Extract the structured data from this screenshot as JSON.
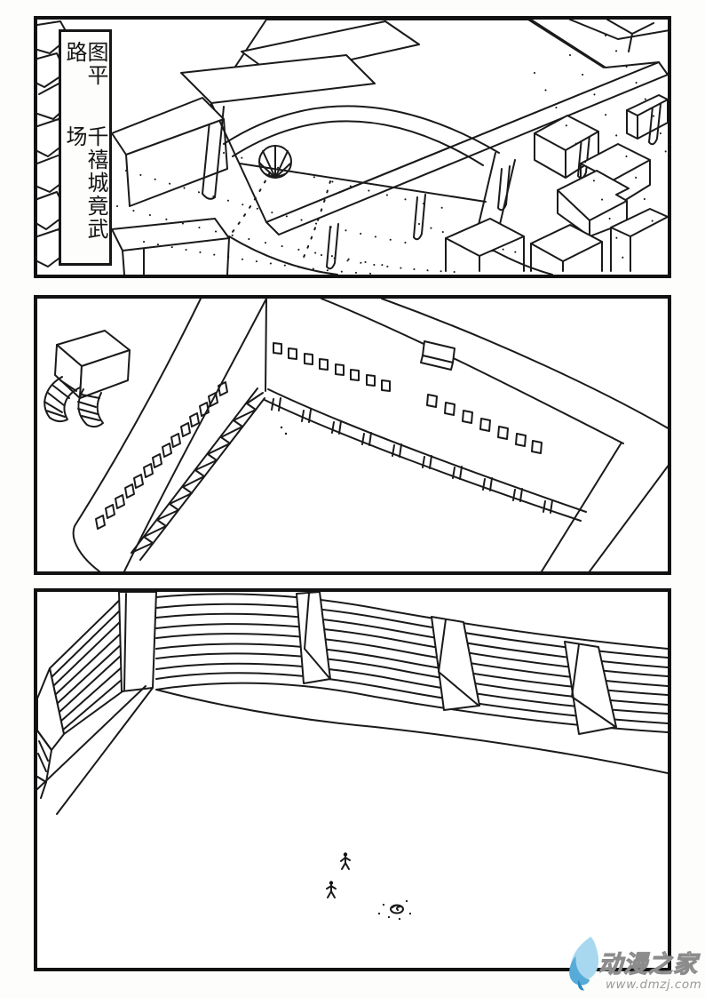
{
  "page": {
    "kind": "comic page, black ink line art on white, three borderless-gutter panels",
    "ink_color": "#1a1a1a",
    "panel_border_color": "#111111"
  },
  "caption": {
    "line1": "图平路",
    "line2": "千禧城竟武场"
  },
  "panels": [
    {
      "id": 1,
      "alt": "aerial view of arena entrance with arch, colonnade, queues and city blocks"
    },
    {
      "id": 2,
      "alt": "empty arena interior with walls, door openings, perimeter railing and vent box with tubes"
    },
    {
      "id": 3,
      "alt": "arena floor with tiered stands, two tiny figures and a small object"
    }
  ],
  "watermark": {
    "site_name": "动漫之家",
    "url": "www.dmzj.com",
    "colors": {
      "drop_light": "#a8d8f0",
      "drop_mid": "#57abd8",
      "drop_dark": "#2f88bf",
      "text_outline": "#8c8c8c",
      "url_text": "#9a9a9a"
    }
  }
}
